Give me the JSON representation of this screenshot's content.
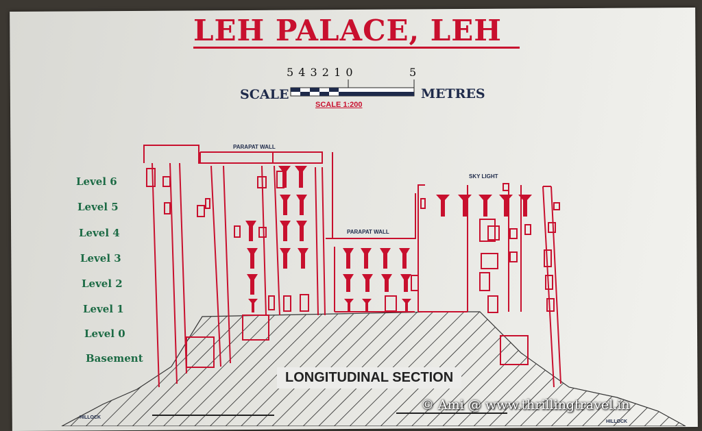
{
  "title": "LEH PALACE, LEH",
  "scale": {
    "label": "SCALE",
    "units": "METRES",
    "ticks_left": "5 4 3 2 1 0",
    "tick_right": "5",
    "ratio": "SCALE 1:200"
  },
  "levels": [
    "Level 6",
    "Level 5",
    "Level 4",
    "Level 3",
    "Level 2",
    "Level 1",
    "Level 0",
    "Basement"
  ],
  "annotations": {
    "parapet_top": "PARAPAT WALL",
    "parapet_mid": "PARAPAT WALL",
    "sky_light": "SKY LIGHT",
    "hillock_left": "HILLOCK",
    "hillock_right": "HILLOCK"
  },
  "section_label": "LONGITUDINAL SECTION",
  "watermark": "© Ami @ www.thrillingtravel.in",
  "colors": {
    "drawing_red": "#c8102e",
    "level_green": "#1d6b45",
    "board": "#e6e6e1",
    "text_navy": "#1e2a4a"
  }
}
